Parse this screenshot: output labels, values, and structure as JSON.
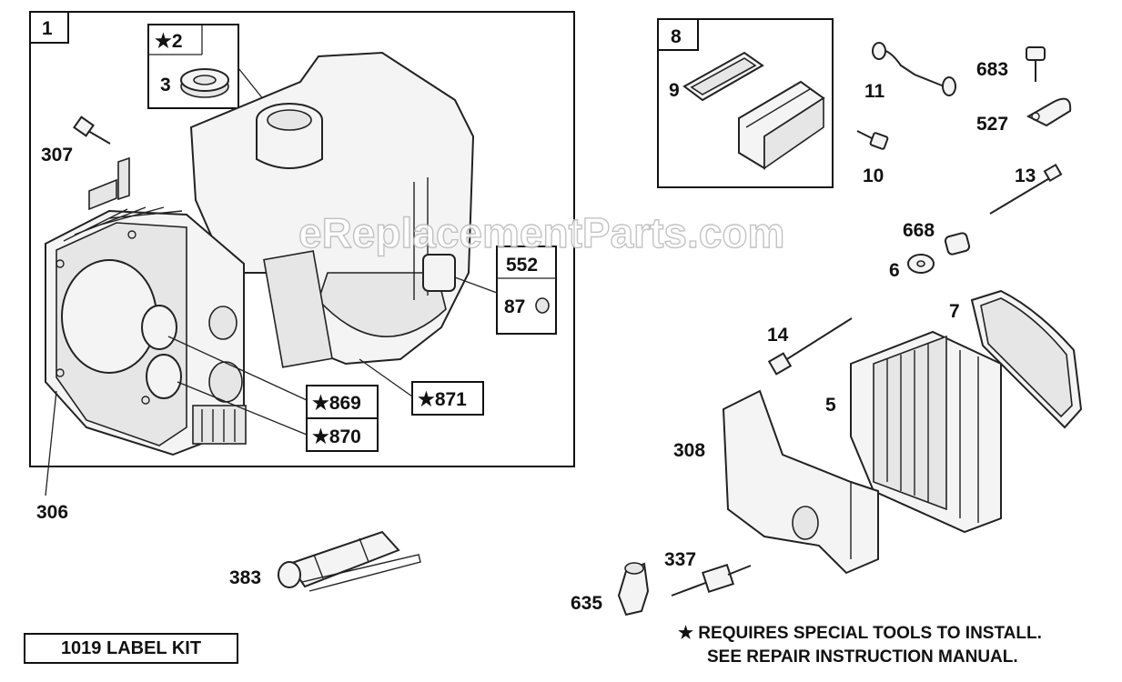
{
  "watermark": "eReplacementParts.com",
  "parts": {
    "p1": "1",
    "p2": "★2",
    "p3": "3",
    "p307": "307",
    "p306": "306",
    "p552": "552",
    "p87": "87",
    "p869": "★869",
    "p870": "★870",
    "p871": "★871",
    "p8": "8",
    "p9": "9",
    "p10": "10",
    "p11": "11",
    "p683": "683",
    "p527": "527",
    "p13": "13",
    "p668": "668",
    "p6": "6",
    "p7": "7",
    "p14": "14",
    "p5": "5",
    "p308": "308",
    "p383": "383",
    "p337": "337",
    "p635": "635"
  },
  "label_kit": "1019 LABEL KIT",
  "note": {
    "line1": "★ REQUIRES SPECIAL TOOLS TO INSTALL.",
    "line2": "SEE REPAIR INSTRUCTION MANUAL."
  }
}
